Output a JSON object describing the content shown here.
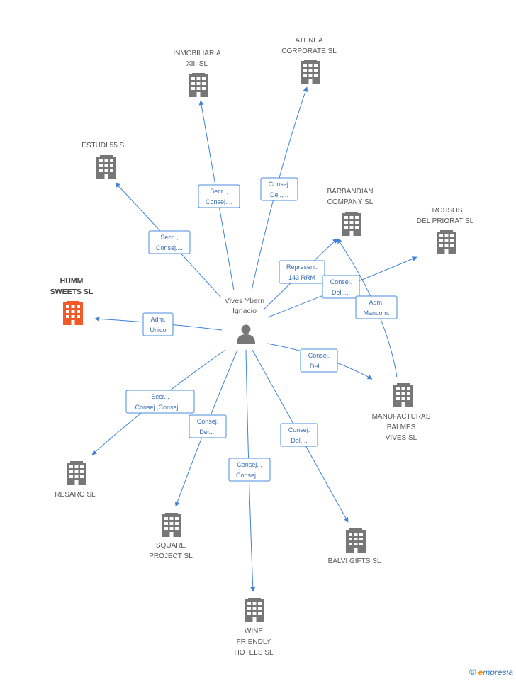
{
  "colors": {
    "edge": "#3f82d8",
    "building": "#777777",
    "focus_building": "#f05a28",
    "label": "#555555",
    "edge_text": "#3a6fb3"
  },
  "person": {
    "name_lines": [
      "Vives Ybern",
      "Ignacio"
    ],
    "icon": "person-icon"
  },
  "companies": [
    {
      "id": "inmobiliaria",
      "lines": [
        "INMOBILIARIA",
        "XIII SL"
      ],
      "focus": false
    },
    {
      "id": "atenea",
      "lines": [
        "ATENEA",
        "CORPORATE  SL"
      ],
      "focus": false
    },
    {
      "id": "estudi55",
      "lines": [
        "ESTUDI 55 SL"
      ],
      "focus": false
    },
    {
      "id": "barbandian",
      "lines": [
        "BARBANDIAN",
        "COMPANY SL"
      ],
      "focus": false
    },
    {
      "id": "trossos",
      "lines": [
        "TROSSOS",
        "DEL PRIORAT SL"
      ],
      "focus": false
    },
    {
      "id": "humm",
      "lines": [
        "HUMM",
        "SWEETS SL"
      ],
      "focus": true
    },
    {
      "id": "manufacturas",
      "lines": [
        "MANUFACTURAS",
        "BALMES",
        "VIVES SL"
      ],
      "focus": false
    },
    {
      "id": "resaro",
      "lines": [
        "RESARO SL"
      ],
      "focus": false
    },
    {
      "id": "square",
      "lines": [
        "SQUARE",
        "PROJECT SL"
      ],
      "focus": false
    },
    {
      "id": "balvi",
      "lines": [
        "BALVI GIFTS  SL"
      ],
      "focus": false
    },
    {
      "id": "wine",
      "lines": [
        "WINE",
        "FRIENDLY",
        "HOTELS SL"
      ],
      "focus": false
    }
  ],
  "edges": [
    {
      "to": "inmobiliaria",
      "label_lines": [
        "Secr. ,",
        "Consej...."
      ]
    },
    {
      "to": "atenea",
      "label_lines": [
        "Consej.",
        "Del.,..."
      ]
    },
    {
      "to": "estudi55",
      "label_lines": [
        "Secr. ,",
        "Consej...."
      ]
    },
    {
      "to": "barbandian",
      "label_lines": [
        "Represent.",
        "143 RRM"
      ]
    },
    {
      "to": "trossos",
      "label_lines": [
        "Consej.",
        "Del.,..."
      ]
    },
    {
      "to": "humm",
      "label_lines": [
        "Adm.",
        "Unico"
      ]
    },
    {
      "to": "manufacturas",
      "label_lines": [
        "Consej.",
        "Del.,..."
      ]
    },
    {
      "to": "resaro",
      "label_lines": [
        "Secr. ,",
        "Consej.,Consej...."
      ]
    },
    {
      "to": "square",
      "label_lines": [
        "Consej.",
        "Del...."
      ]
    },
    {
      "to": "wine",
      "label_lines": [
        "Consej. ,",
        "Consej...."
      ]
    },
    {
      "to": "balvi",
      "label_lines": [
        "Consej.",
        "Del...."
      ]
    },
    {
      "from": "manufacturas",
      "to": "barbandian",
      "label_lines": [
        "Adm.",
        "Mancom."
      ]
    }
  ],
  "footer": {
    "copyright": "©",
    "brand_first": "e",
    "brand_rest": "mpresia"
  }
}
